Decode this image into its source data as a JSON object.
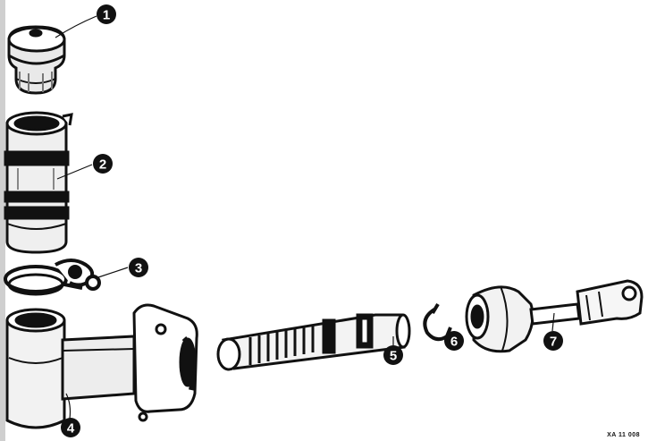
{
  "figure": {
    "reference_code": "XA 11 008",
    "callouts": [
      {
        "id": "c1",
        "label": "1"
      },
      {
        "id": "c2",
        "label": "2"
      },
      {
        "id": "c3",
        "label": "3"
      },
      {
        "id": "c4",
        "label": "4"
      },
      {
        "id": "c5",
        "label": "5"
      },
      {
        "id": "c6",
        "label": "6"
      },
      {
        "id": "c7",
        "label": "7"
      }
    ]
  },
  "colors": {
    "ink": "#111111",
    "paper": "#ffffff",
    "shade": "#8a8a8a"
  }
}
